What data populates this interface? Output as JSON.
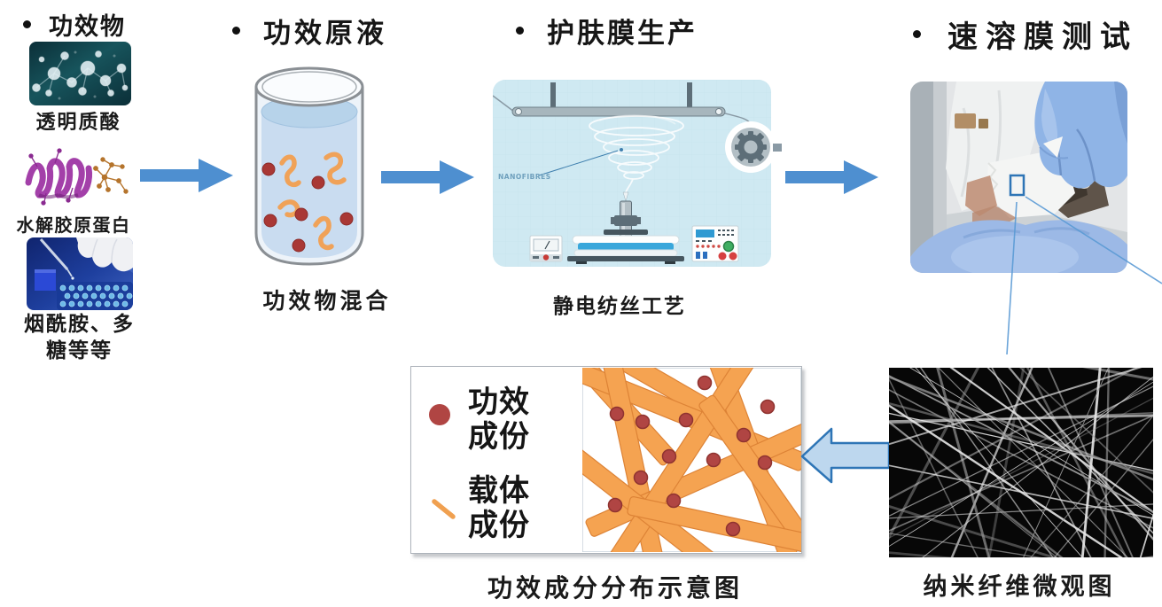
{
  "slide": {
    "background": "#ffffff"
  },
  "colors": {
    "arrow_solid": "#4e8fd0",
    "block_arrow_fill": "#bdd7ee",
    "block_arrow_border": "#2e75b6",
    "callout_line": "#5b9bd5",
    "title_text": "#1a1a1a",
    "machine_background": "#cfe9f2",
    "legend_dot_red": "#b04543",
    "carrier_orange": "#f0a050",
    "fiber_orange": "#f5a351"
  },
  "stages": [
    {
      "title": "功效物",
      "items": [
        {
          "image": "hyaluronic-acid-molecule-photo",
          "caption": "透明质酸"
        },
        {
          "image": "collagen-helix-illustration",
          "caption": "水解胶原蛋白"
        },
        {
          "image": "lab-pipette-photo",
          "caption": "烟酰胺、多\n糖等等"
        }
      ]
    },
    {
      "title": "功效原液",
      "image": "beaker-with-actives",
      "caption": "功效物混合"
    },
    {
      "title": "护肤膜生产",
      "image": "electrospinning-machine",
      "machine_label": "NANOFIBRES",
      "caption": "静电纺丝工艺"
    },
    {
      "title": "速溶膜测试",
      "image": "film-application-photo"
    }
  ],
  "bottom": {
    "legend": [
      {
        "marker": "red-dot",
        "label": "功效\n成份"
      },
      {
        "marker": "orange-line",
        "label": "载体\n成份"
      }
    ],
    "schematic_caption": "功效成分分布示意图",
    "sem_caption": "纳米纤维微观图"
  }
}
